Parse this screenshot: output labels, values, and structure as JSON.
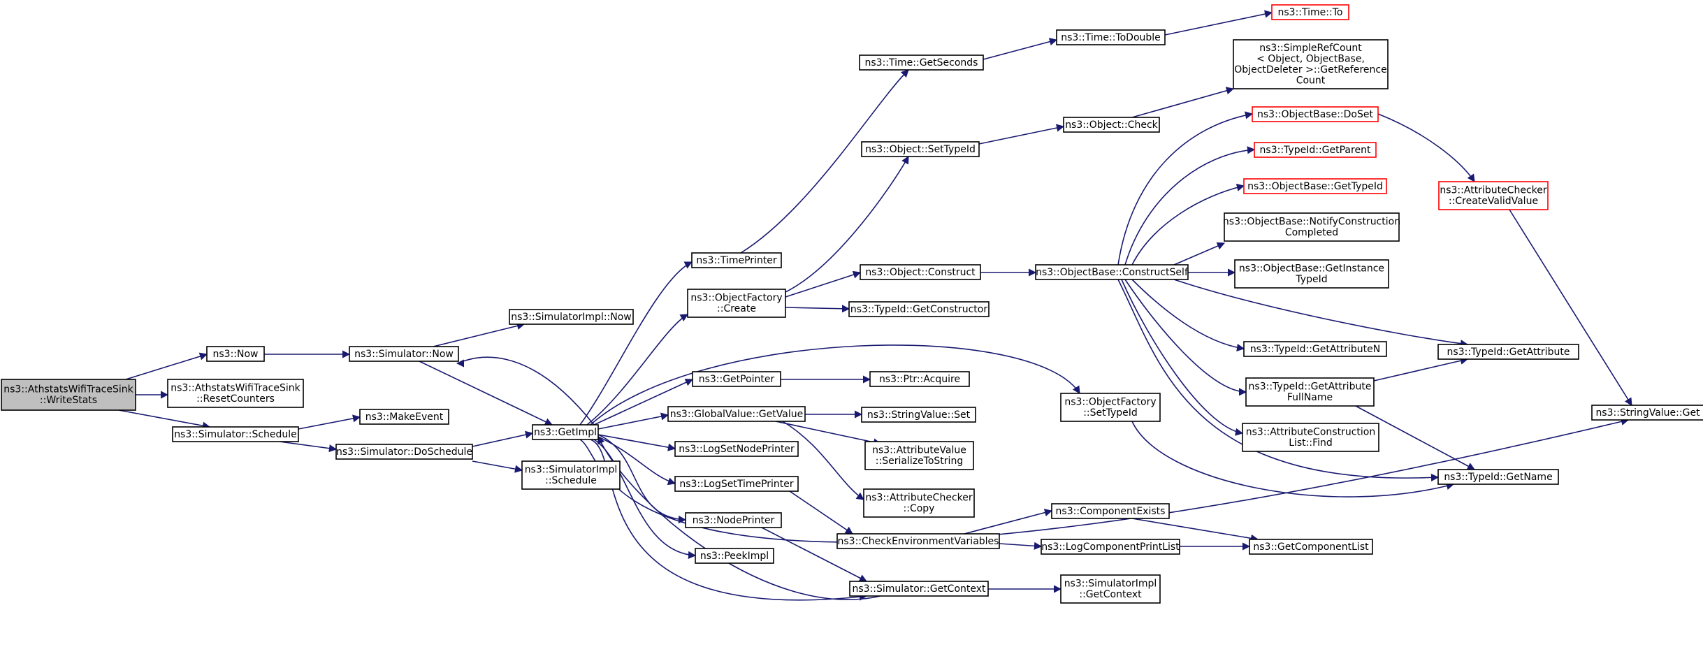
{
  "graph": {
    "title": "",
    "colors": {
      "edge": "#191970",
      "node_border": "#000000",
      "node_border_incomplete": "#ff0000",
      "root_fill": "#bfbfbf",
      "node_fill": "#ffffff"
    },
    "nodes": [
      {
        "id": "root",
        "lines": [
          "ns3::AthstatsWifiTraceSink",
          "::WriteStats"
        ],
        "style": "root"
      },
      {
        "id": "now",
        "lines": [
          "ns3::Now"
        ],
        "style": "normal"
      },
      {
        "id": "resetcounters",
        "lines": [
          "ns3::AthstatsWifiTraceSink",
          "::ResetCounters"
        ],
        "style": "normal"
      },
      {
        "id": "sim_schedule",
        "lines": [
          "ns3::Simulator::Schedule"
        ],
        "style": "normal"
      },
      {
        "id": "sim_now",
        "lines": [
          "ns3::Simulator::Now"
        ],
        "style": "normal"
      },
      {
        "id": "simimpl_now",
        "lines": [
          "ns3::SimulatorImpl::Now"
        ],
        "style": "normal"
      },
      {
        "id": "makeevent",
        "lines": [
          "ns3::MakeEvent"
        ],
        "style": "normal"
      },
      {
        "id": "doschedule",
        "lines": [
          "ns3::Simulator::DoSchedule"
        ],
        "style": "normal"
      },
      {
        "id": "getimpl",
        "lines": [
          "ns3::GetImpl"
        ],
        "style": "normal"
      },
      {
        "id": "simimpl_schedule",
        "lines": [
          "ns3::SimulatorImpl",
          "::Schedule"
        ],
        "style": "normal"
      },
      {
        "id": "timeprinter",
        "lines": [
          "ns3::TimePrinter"
        ],
        "style": "normal"
      },
      {
        "id": "of_create",
        "lines": [
          "ns3::ObjectFactory",
          "::Create"
        ],
        "style": "normal"
      },
      {
        "id": "getpointer",
        "lines": [
          "ns3::GetPointer"
        ],
        "style": "normal"
      },
      {
        "id": "gv_getvalue",
        "lines": [
          "ns3::GlobalValue::GetValue"
        ],
        "style": "normal"
      },
      {
        "id": "logsetnodeprinter",
        "lines": [
          "ns3::LogSetNodePrinter"
        ],
        "style": "normal"
      },
      {
        "id": "logsettimeprinter",
        "lines": [
          "ns3::LogSetTimePrinter"
        ],
        "style": "normal"
      },
      {
        "id": "nodeprinter",
        "lines": [
          "ns3::NodePrinter"
        ],
        "style": "normal"
      },
      {
        "id": "peekimpl",
        "lines": [
          "ns3::PeekImpl"
        ],
        "style": "normal"
      },
      {
        "id": "time_getseconds",
        "lines": [
          "ns3::Time::GetSeconds"
        ],
        "style": "normal"
      },
      {
        "id": "obj_settypeid",
        "lines": [
          "ns3::Object::SetTypeId"
        ],
        "style": "normal"
      },
      {
        "id": "obj_construct",
        "lines": [
          "ns3::Object::Construct"
        ],
        "style": "normal"
      },
      {
        "id": "typeid_getconstructor",
        "lines": [
          "ns3::TypeId::GetConstructor"
        ],
        "style": "normal"
      },
      {
        "id": "ptr_acquire",
        "lines": [
          "ns3::Ptr::Acquire"
        ],
        "style": "normal"
      },
      {
        "id": "stringvalue_set",
        "lines": [
          "ns3::StringValue::Set"
        ],
        "style": "normal"
      },
      {
        "id": "attrvalue_serialize",
        "lines": [
          "ns3::AttributeValue",
          "::SerializeToString"
        ],
        "style": "normal"
      },
      {
        "id": "attrchecker_copy",
        "lines": [
          "ns3::AttributeChecker",
          "::Copy"
        ],
        "style": "normal"
      },
      {
        "id": "checkenvvars",
        "lines": [
          "ns3::CheckEnvironmentVariables"
        ],
        "style": "normal"
      },
      {
        "id": "sim_getcontext",
        "lines": [
          "ns3::Simulator::GetContext"
        ],
        "style": "normal"
      },
      {
        "id": "time_todouble",
        "lines": [
          "ns3::Time::ToDouble"
        ],
        "style": "normal"
      },
      {
        "id": "time_to",
        "lines": [
          "ns3::Time::To"
        ],
        "style": "incomplete"
      },
      {
        "id": "simplerefcount",
        "lines": [
          "ns3::SimpleRefCount",
          "< Object, ObjectBase,",
          "ObjectDeleter >::GetReference",
          "Count"
        ],
        "style": "normal"
      },
      {
        "id": "obj_check",
        "lines": [
          "ns3::Object::Check"
        ],
        "style": "normal"
      },
      {
        "id": "ob_constructself",
        "lines": [
          "ns3::ObjectBase::ConstructSelf"
        ],
        "style": "normal"
      },
      {
        "id": "of_settypeid",
        "lines": [
          "ns3::ObjectFactory",
          "::SetTypeId"
        ],
        "style": "normal"
      },
      {
        "id": "componentexists",
        "lines": [
          "ns3::ComponentExists"
        ],
        "style": "normal"
      },
      {
        "id": "logcomponentprintlist",
        "lines": [
          "ns3::LogComponentPrintList"
        ],
        "style": "normal"
      },
      {
        "id": "simimpl_getcontext",
        "lines": [
          "ns3::SimulatorImpl",
          "::GetContext"
        ],
        "style": "normal"
      },
      {
        "id": "ob_doset",
        "lines": [
          "ns3::ObjectBase::DoSet"
        ],
        "style": "incomplete"
      },
      {
        "id": "typeid_getparent",
        "lines": [
          "ns3::TypeId::GetParent"
        ],
        "style": "incomplete"
      },
      {
        "id": "ob_gettypeid",
        "lines": [
          "ns3::ObjectBase::GetTypeId"
        ],
        "style": "incomplete"
      },
      {
        "id": "ob_notifyconstruction",
        "lines": [
          "ns3::ObjectBase::NotifyConstruction",
          "Completed"
        ],
        "style": "normal"
      },
      {
        "id": "ob_getinstancetypeid",
        "lines": [
          "ns3::ObjectBase::GetInstance",
          "TypeId"
        ],
        "style": "normal"
      },
      {
        "id": "typeid_getattributen",
        "lines": [
          "ns3::TypeId::GetAttributeN"
        ],
        "style": "normal"
      },
      {
        "id": "typeid_getattributefullname",
        "lines": [
          "ns3::TypeId::GetAttribute",
          "FullName"
        ],
        "style": "normal"
      },
      {
        "id": "attrconstructionlist_find",
        "lines": [
          "ns3::AttributeConstruction",
          "List::Find"
        ],
        "style": "normal"
      },
      {
        "id": "getcomponentlist",
        "lines": [
          "ns3::GetComponentList"
        ],
        "style": "normal"
      },
      {
        "id": "attrchecker_createvalidvalue",
        "lines": [
          "ns3::AttributeChecker",
          "::CreateValidValue"
        ],
        "style": "incomplete"
      },
      {
        "id": "typeid_getattribute",
        "lines": [
          "ns3::TypeId::GetAttribute"
        ],
        "style": "normal"
      },
      {
        "id": "typeid_getname",
        "lines": [
          "ns3::TypeId::GetName"
        ],
        "style": "normal"
      },
      {
        "id": "stringvalue_get",
        "lines": [
          "ns3::StringValue::Get"
        ],
        "style": "normal"
      }
    ],
    "edges": [
      {
        "from": "root",
        "to": "now"
      },
      {
        "from": "root",
        "to": "resetcounters"
      },
      {
        "from": "root",
        "to": "sim_schedule"
      },
      {
        "from": "now",
        "to": "sim_now"
      },
      {
        "from": "sim_now",
        "to": "simimpl_now"
      },
      {
        "from": "sim_now",
        "to": "getimpl"
      },
      {
        "from": "sim_schedule",
        "to": "makeevent"
      },
      {
        "from": "sim_schedule",
        "to": "doschedule"
      },
      {
        "from": "doschedule",
        "to": "getimpl"
      },
      {
        "from": "doschedule",
        "to": "simimpl_schedule"
      },
      {
        "from": "getimpl",
        "to": "sim_now"
      },
      {
        "from": "getimpl",
        "to": "timeprinter"
      },
      {
        "from": "getimpl",
        "to": "of_create"
      },
      {
        "from": "getimpl",
        "to": "of_settypeid"
      },
      {
        "from": "getimpl",
        "to": "getpointer"
      },
      {
        "from": "getimpl",
        "to": "gv_getvalue"
      },
      {
        "from": "getimpl",
        "to": "logsetnodeprinter"
      },
      {
        "from": "getimpl",
        "to": "logsettimeprinter"
      },
      {
        "from": "getimpl",
        "to": "nodeprinter"
      },
      {
        "from": "getimpl",
        "to": "peekimpl"
      },
      {
        "from": "getimpl",
        "to": "sim_getcontext"
      },
      {
        "from": "getimpl",
        "to": "stringvalue_get"
      },
      {
        "from": "timeprinter",
        "to": "time_getseconds"
      },
      {
        "from": "of_create",
        "to": "obj_settypeid"
      },
      {
        "from": "of_create",
        "to": "obj_construct"
      },
      {
        "from": "of_create",
        "to": "typeid_getconstructor"
      },
      {
        "from": "getpointer",
        "to": "ptr_acquire"
      },
      {
        "from": "gv_getvalue",
        "to": "stringvalue_set"
      },
      {
        "from": "gv_getvalue",
        "to": "attrvalue_serialize"
      },
      {
        "from": "gv_getvalue",
        "to": "attrchecker_copy"
      },
      {
        "from": "logsettimeprinter",
        "to": "checkenvvars"
      },
      {
        "from": "nodeprinter",
        "to": "sim_getcontext"
      },
      {
        "from": "time_getseconds",
        "to": "time_todouble"
      },
      {
        "from": "time_todouble",
        "to": "time_to"
      },
      {
        "from": "obj_settypeid",
        "to": "obj_check"
      },
      {
        "from": "obj_check",
        "to": "simplerefcount"
      },
      {
        "from": "obj_construct",
        "to": "ob_constructself"
      },
      {
        "from": "ob_constructself",
        "to": "ob_doset"
      },
      {
        "from": "ob_constructself",
        "to": "typeid_getparent"
      },
      {
        "from": "ob_constructself",
        "to": "ob_gettypeid"
      },
      {
        "from": "ob_constructself",
        "to": "ob_notifyconstruction"
      },
      {
        "from": "ob_constructself",
        "to": "ob_getinstancetypeid"
      },
      {
        "from": "ob_constructself",
        "to": "typeid_getattributen"
      },
      {
        "from": "ob_constructself",
        "to": "typeid_getattributefullname"
      },
      {
        "from": "ob_constructself",
        "to": "attrconstructionlist_find"
      },
      {
        "from": "ob_constructself",
        "to": "typeid_getattribute"
      },
      {
        "from": "ob_constructself",
        "to": "typeid_getname"
      },
      {
        "from": "ob_doset",
        "to": "attrchecker_createvalidvalue"
      },
      {
        "from": "attrchecker_createvalidvalue",
        "to": "stringvalue_get"
      },
      {
        "from": "typeid_getattributefullname",
        "to": "typeid_getattribute"
      },
      {
        "from": "typeid_getattributefullname",
        "to": "typeid_getname"
      },
      {
        "from": "of_settypeid",
        "to": "typeid_getname"
      },
      {
        "from": "checkenvvars",
        "to": "componentexists"
      },
      {
        "from": "checkenvvars",
        "to": "logcomponentprintlist"
      },
      {
        "from": "componentexists",
        "to": "getcomponentlist"
      },
      {
        "from": "logcomponentprintlist",
        "to": "getcomponentlist"
      },
      {
        "from": "sim_getcontext",
        "to": "simimpl_getcontext"
      },
      {
        "from": "sim_getcontext",
        "to": "getimpl"
      }
    ]
  }
}
